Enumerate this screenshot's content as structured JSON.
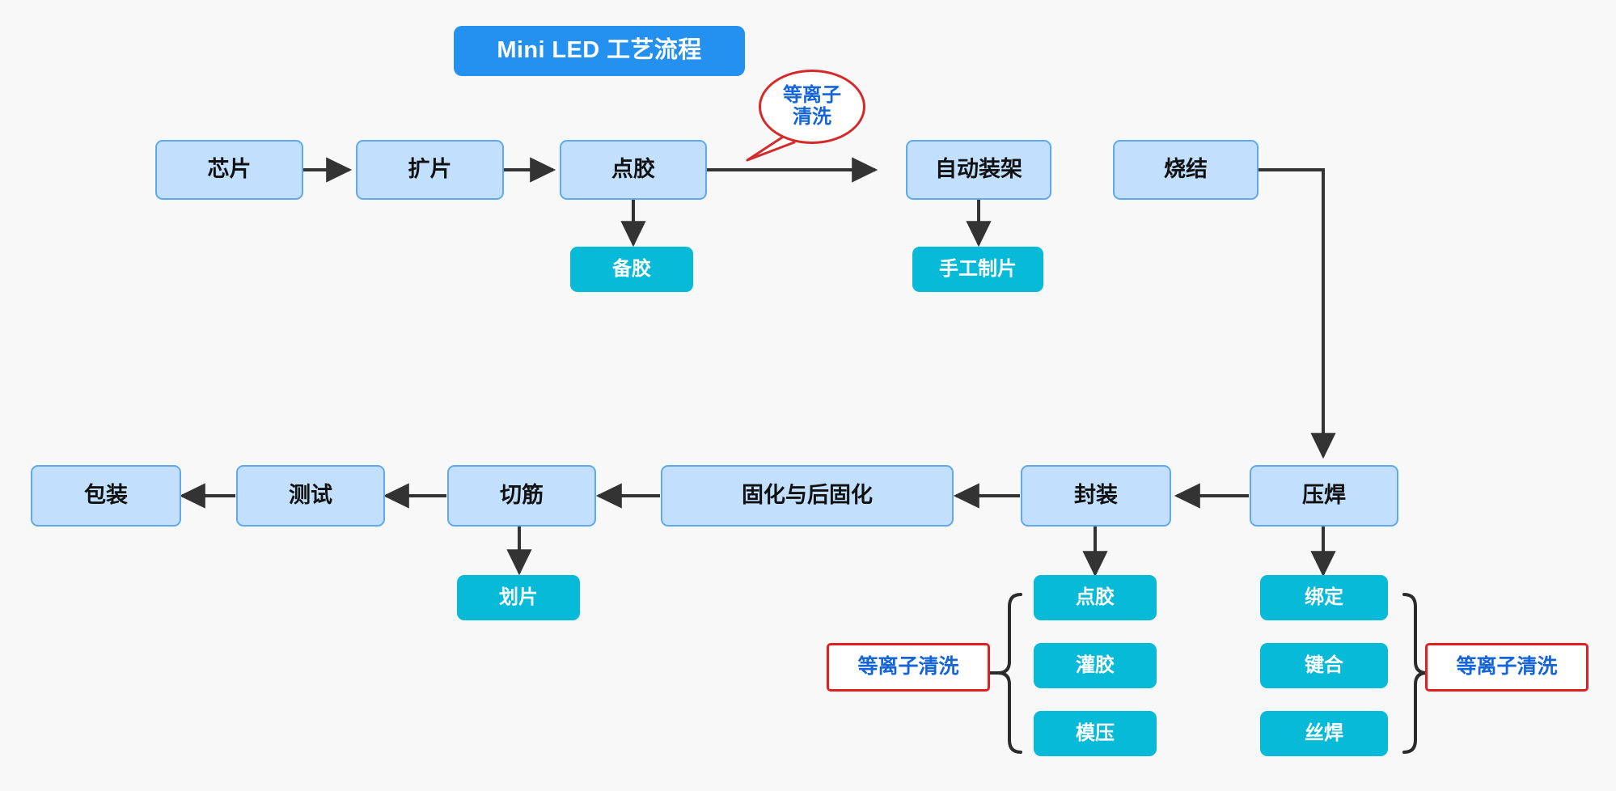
{
  "diagram": {
    "title": "Mini LED 工艺流程",
    "background_color": "#f8f8f8",
    "colors": {
      "title_fill": "#2490f0",
      "process_fill": "#c2e0fd",
      "process_stroke": "#60a9ef",
      "sub_fill": "#06bad8",
      "note_stroke": "#e02020",
      "note_text": "#1565d8",
      "arrow": "#333333"
    }
  },
  "row1": {
    "nodes": [
      {
        "id": "chip",
        "label": "芯片"
      },
      {
        "id": "expand",
        "label": "扩片"
      },
      {
        "id": "dispense",
        "label": "点胶"
      },
      {
        "id": "auto-mount",
        "label": "自动装架"
      },
      {
        "id": "sinter",
        "label": "烧结"
      }
    ],
    "sub_nodes": [
      {
        "id": "glue-prep",
        "label": "备胶"
      },
      {
        "id": "manual-slice",
        "label": "手工制片"
      }
    ],
    "balloon": {
      "id": "plasma-clean-balloon",
      "line1": "等离子",
      "line2": "清洗"
    }
  },
  "row2": {
    "nodes": [
      {
        "id": "package",
        "label": "包装"
      },
      {
        "id": "test",
        "label": "测试"
      },
      {
        "id": "trim",
        "label": "切筋"
      },
      {
        "id": "cure",
        "label": "固化与后固化"
      },
      {
        "id": "encapsulate",
        "label": "封装"
      },
      {
        "id": "bond-weld",
        "label": "压焊"
      }
    ],
    "sub_nodes": [
      {
        "id": "dicing",
        "label": "划片"
      }
    ]
  },
  "group_encapsulate": {
    "note": "等离子清洗",
    "items": [
      {
        "id": "enc-dispense",
        "label": "点胶"
      },
      {
        "id": "enc-pour",
        "label": "灌胶"
      },
      {
        "id": "enc-mold",
        "label": "模压"
      }
    ]
  },
  "group_bondweld": {
    "note": "等离子清洗",
    "items": [
      {
        "id": "bw-bind",
        "label": "绑定"
      },
      {
        "id": "bw-bond",
        "label": "键合"
      },
      {
        "id": "bw-wire",
        "label": "丝焊"
      }
    ]
  }
}
